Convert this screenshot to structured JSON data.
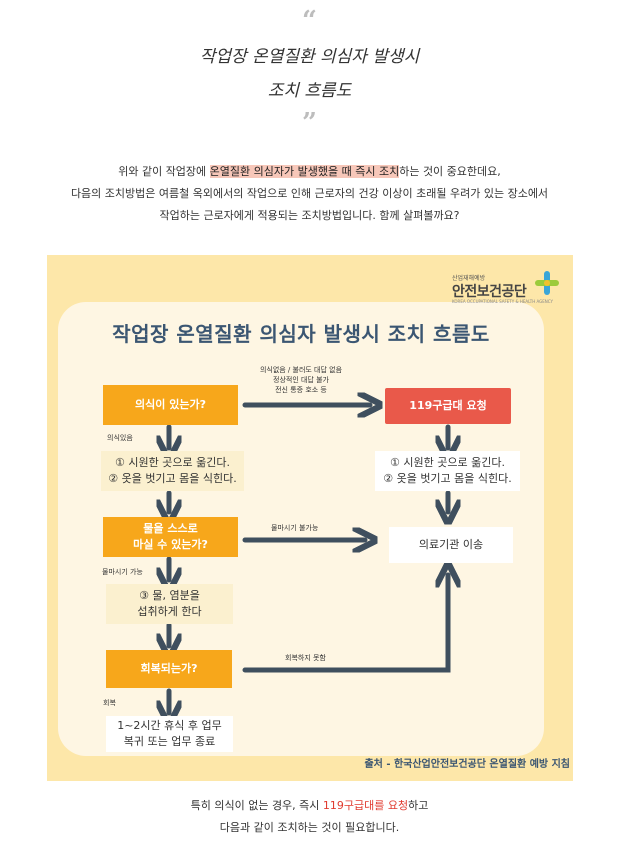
{
  "header": {
    "quote_open": "“",
    "title_line1": "작업장 온열질환 의심자 발생시",
    "title_line2": "조치 흐름도",
    "quote_close": "”"
  },
  "intro": {
    "line1_pre": "위와 같이 작업장에 ",
    "line1_highlight": "온열질환 의심자가 발생했을 때 즉시 조치",
    "line1_post": "하는 것이 중요한데요,",
    "line2": "다음의 조치방법은 여름철 옥외에서의 작업으로 인해 근로자의 건강 이상이 초래될 우려가 있는 장소에서",
    "line3": "작업하는 근로자에게 적용되는 조치방법입니다. 함께 살펴볼까요?"
  },
  "logo": {
    "small": "산업재해예방",
    "main": "안전보건공단",
    "sub": "KOREA OCCUPATIONAL SAFETY & HEALTH AGENCY"
  },
  "flowchart": {
    "title": "작업장 온열질환 의심자 발생시 조치 흐름도",
    "q1": "의식이 있는가?",
    "q1_yes": "의식있음",
    "q1_no_l1": "의식없음 / 불러도 대답 없음",
    "q1_no_l2": "정상적인 대답 불가",
    "q1_no_l3": "전신 통증 호소 등",
    "call119": "119구급대 요청",
    "step1_left_l1": "① 시원한 곳으로 옮긴다.",
    "step1_left_l2": "② 옷을 벗기고 몸을 식힌다.",
    "step1_right_l1": "① 시원한 곳으로 옮긴다.",
    "step1_right_l2": "② 옷을 벗기고 몸을 식힌다.",
    "q2_l1": "물을 스스로",
    "q2_l2": "마실 수 있는가?",
    "q2_no": "물마시기 불가능",
    "q2_yes": "물마시기 가능",
    "hospital": "의료기관 이송",
    "step3_l1": "③ 물, 염분을",
    "step3_l2": "섭취하게 한다",
    "q3": "회복되는가?",
    "q3_no": "회복하지 못함",
    "q3_yes": "회복",
    "final_l1": "1~2시간 휴식 후 업무",
    "final_l2": "복귀 또는 업무 종료",
    "source": "출처 - 한국산업안전보건공단 온열질환 예방 지침"
  },
  "outro": {
    "line1_pre": "특히 의식이 없는 경우, 즉시 ",
    "line1_red": "119구급대를 요청",
    "line1_post": "하고",
    "line2": "다음과 같이 조치하는 것이 필요합니다."
  },
  "colors": {
    "orange": "#f7a71b",
    "red": "#e9594a",
    "navy": "#3b5672",
    "panel": "#fde7a9"
  }
}
